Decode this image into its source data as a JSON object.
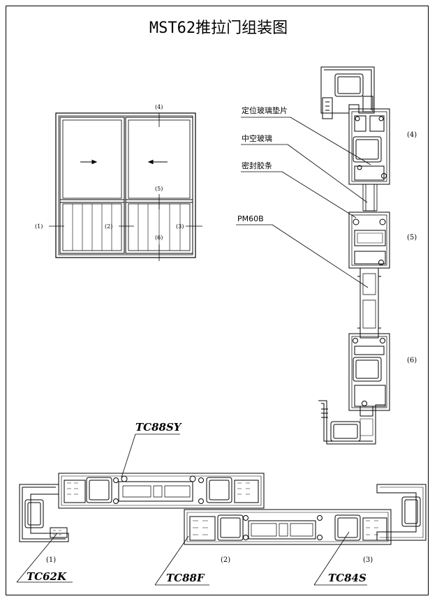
{
  "title": "MST62推拉门组装图",
  "callouts": {
    "c1": "定位玻璃垫片",
    "c2": "中空玻璃",
    "c3": "密封胶条",
    "c4": "PM60B"
  },
  "elevation_marks": {
    "m1": "(1)",
    "m2": "(2)",
    "m3": "(3)",
    "m4": "(4)",
    "m5": "(5)",
    "m6": "(6)"
  },
  "section_marks": {
    "s4": "(4)",
    "s5": "(5)",
    "s6": "(6)",
    "s1": "(1)",
    "s2": "(2)",
    "s3": "(3)"
  },
  "models": {
    "tc88sy": "TC88SY",
    "tc62k": "TC62K",
    "tc88f": "TC88F",
    "tc84s": "TC84S"
  }
}
